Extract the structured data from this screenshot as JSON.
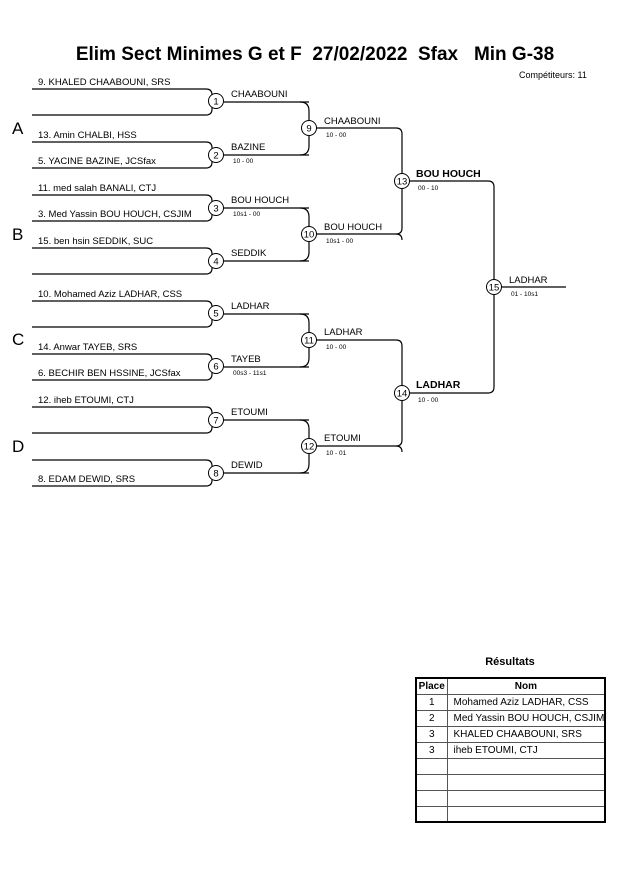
{
  "header": {
    "title": "Elim Sect Minimes G et F  27/02/2022  Sfax   Min G-38",
    "competitors": "Compétiteurs: 11"
  },
  "pools": [
    "A",
    "B",
    "C",
    "D"
  ],
  "entrants": [
    "9. KHALED CHAABOUNI, SRS",
    "5. YACINE BAZINE, JCSfax",
    "13. Amin CHALBI, HSS",
    "3. Med Yassin BOU HOUCH, CSJIM",
    "11. med salah BANALI, CTJ",
    "15. ben hsin SEDDIK, SUC",
    "10. Mohamed Aziz LADHAR, CSS",
    "6. BECHIR BEN HSSINE, JCSfax",
    "14. Anwar TAYEB, SRS",
    "12. iheb ETOUMI, CTJ",
    "8. EDAM DEWID, SRS"
  ],
  "matches": [
    {
      "num": "1",
      "winner": "CHAABOUNI",
      "score": ""
    },
    {
      "num": "2",
      "winner": "BAZINE",
      "score": "10 - 00"
    },
    {
      "num": "3",
      "winner": "BOU HOUCH",
      "score": "10s1 - 00"
    },
    {
      "num": "4",
      "winner": "SEDDIK",
      "score": ""
    },
    {
      "num": "5",
      "winner": "LADHAR",
      "score": ""
    },
    {
      "num": "6",
      "winner": "TAYEB",
      "score": "00s3 - 11s1"
    },
    {
      "num": "7",
      "winner": "ETOUMI",
      "score": ""
    },
    {
      "num": "8",
      "winner": "DEWID",
      "score": ""
    },
    {
      "num": "9",
      "winner": "CHAABOUNI",
      "score": "10 - 00"
    },
    {
      "num": "10",
      "winner": "BOU HOUCH",
      "score": "10s1 - 00"
    },
    {
      "num": "11",
      "winner": "LADHAR",
      "score": "10 - 00"
    },
    {
      "num": "12",
      "winner": "ETOUMI",
      "score": "10 - 01"
    },
    {
      "num": "13",
      "winner": "BOU HOUCH",
      "score": "00 - 10"
    },
    {
      "num": "14",
      "winner": "LADHAR",
      "score": "10 - 00"
    },
    {
      "num": "15",
      "winner": "LADHAR",
      "score": "01 - 10s1"
    }
  ],
  "results": {
    "title": "Résultats",
    "headers": {
      "place": "Place",
      "name": "Nom"
    },
    "rows": [
      {
        "place": "1",
        "name": "Mohamed Aziz LADHAR, CSS"
      },
      {
        "place": "2",
        "name": "Med Yassin BOU HOUCH, CSJIM"
      },
      {
        "place": "3",
        "name": "KHALED CHAABOUNI, SRS"
      },
      {
        "place": "3",
        "name": "iheb ETOUMI, CTJ"
      },
      {
        "place": "",
        "name": ""
      },
      {
        "place": "",
        "name": ""
      },
      {
        "place": "",
        "name": ""
      },
      {
        "place": "",
        "name": ""
      }
    ]
  }
}
